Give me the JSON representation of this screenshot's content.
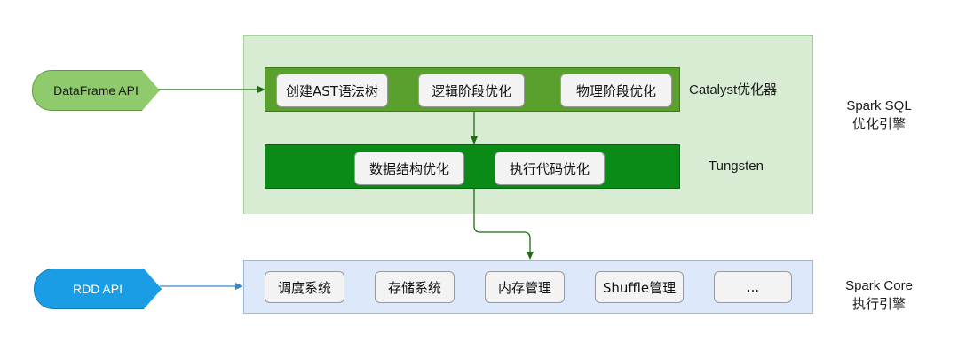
{
  "spark_sql": {
    "label_line1": "Spark SQL",
    "label_line2": "优化引擎",
    "catalyst": {
      "label": "Catalyst优化器",
      "steps": [
        "创建AST语法树",
        "逻辑阶段优化",
        "物理阶段优化"
      ]
    },
    "tungsten": {
      "label": "Tungsten",
      "steps": [
        "数据结构优化",
        "执行代码优化"
      ]
    }
  },
  "spark_core": {
    "label_line1": "Spark Core",
    "label_line2": "执行引擎",
    "modules": [
      "调度系统",
      "存储系统",
      "内存管理",
      "Shuffle管理",
      "..."
    ]
  },
  "apis": {
    "dataframe": "DataFrame API",
    "rdd": "RDD API"
  },
  "colors": {
    "sql_panel": "#d8ecd3",
    "core_panel": "#dde8fa",
    "catalyst_bar": "#5aa02c",
    "tungsten_bar": "#0a8a16",
    "dataframe_api": "#8fca6c",
    "rdd_api": "#1a9de4"
  }
}
